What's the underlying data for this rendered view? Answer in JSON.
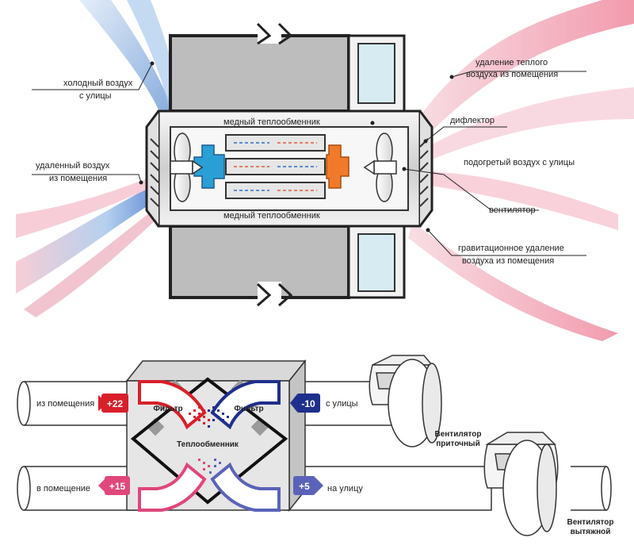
{
  "top_diagram": {
    "labels": {
      "cold_air": [
        "холодный воздух",
        "с улицы"
      ],
      "removed_air": [
        "удаленный воздух",
        "из помещения"
      ],
      "exchanger_top": "медный теплообменник",
      "exchanger_bottom": "медный теплообменник",
      "warm_air_out": [
        "удаление теплого",
        "воздуха из помещения"
      ],
      "deflector": "дифлектор",
      "heated_air": "подогретый воздух с улицы",
      "fan": "вентилятор",
      "gravity_out": [
        "гравитационное удаление",
        "воздуха из помещения"
      ]
    },
    "colors": {
      "cold": "#2a9fd6",
      "warm": "#f07a2a",
      "pink": "#f4a6b4",
      "blue": "#3b6fc9"
    }
  },
  "bottom_diagram": {
    "pipes": {
      "from_room": "из помещения",
      "from_street": "с улицы",
      "to_room": "в помещение",
      "to_street": "на улицу"
    },
    "temps": {
      "from_room": "+22",
      "from_street": "-10",
      "to_room": "+15",
      "to_street": "+5"
    },
    "filter_left": "Фильтр",
    "filter_right": "Фильтр",
    "exchanger": "Теплообменник",
    "fan_supply": [
      "Вентилятор",
      "приточный"
    ],
    "fan_exhaust": [
      "Вентилятор",
      "вытяжной"
    ],
    "colors": {
      "red": "#d8202a",
      "navy": "#1f2f8c",
      "pink": "#e0477a",
      "violet": "#5a63b8"
    }
  }
}
